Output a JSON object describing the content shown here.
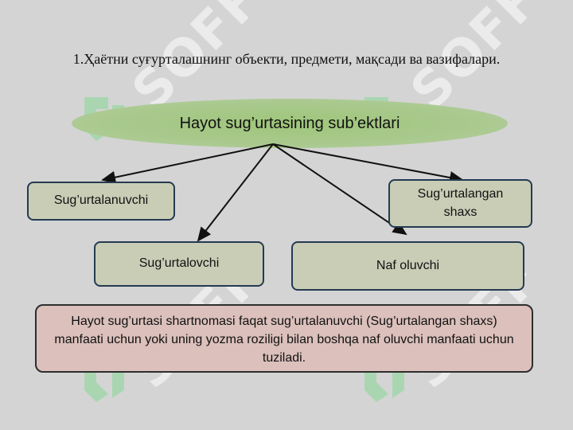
{
  "title": "1.Ҳаётни суғурталашнинг объекти, предмети, мақсади ва вазифалари.",
  "center": {
    "label": "Hayot sug’urtasining sub’ektlari"
  },
  "boxes": {
    "sugurtalanuvchi": "Sug’urtalanuvchi",
    "sugurtalangan_shaxs": "Sug’urtalangan shaxs",
    "sugurtalovchi": "Sug’urtalovchi",
    "naf_oluvchi": "Naf oluvchi"
  },
  "note": "Hayot sug’urtasi shartnomasi faqat sug’urtalanuvchi (Sug’urtalangan shaxs) manfaati uchun yoki uning yozma roziligi bilan boshqa naf oluvchi manfaati uchun tuziladi.",
  "watermark": {
    "text": "SOFF"
  },
  "colors": {
    "background": "#d4d4d4",
    "ellipse": "#a9c98e",
    "box_fill": "#c9cdb6",
    "box_border": "#253a52",
    "note_fill": "#dbc0bb",
    "watermark_mark": "#7fd88f"
  }
}
